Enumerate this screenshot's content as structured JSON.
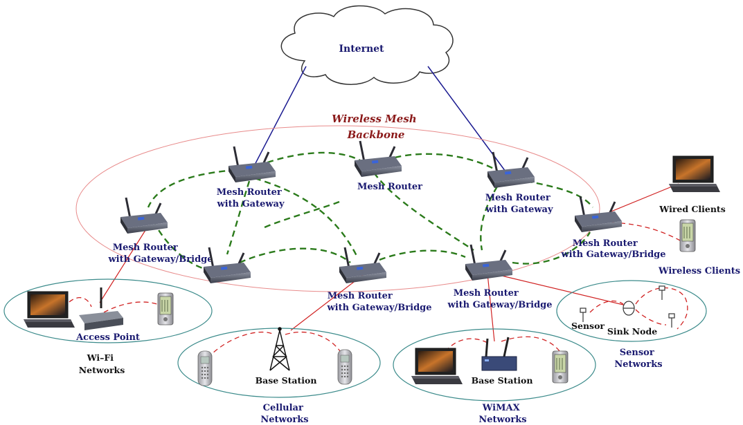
{
  "internet_label": "Internet",
  "backbone_title": [
    "Wireless Mesh",
    "Backbone"
  ],
  "routers": [
    {
      "label": [
        "Mesh Router",
        "with Gateway"
      ]
    },
    {
      "label": [
        "Mesh Router"
      ]
    },
    {
      "label": [
        "Mesh Router",
        "with Gateway"
      ]
    },
    {
      "label": [
        "Mesh Router",
        "with Gateway/Bridge"
      ]
    },
    {
      "label": [
        "Mesh Router",
        "with Gateway/Bridge"
      ]
    },
    {
      "label": [
        "Mesh Router",
        "with Gateway/Bridge"
      ]
    },
    {
      "label": [
        "Mesh Router",
        "with Gateway/Bridge"
      ]
    },
    {
      "label": []
    }
  ],
  "clients": {
    "wired": "Wired Clients",
    "wireless": "Wireless Clients"
  },
  "networks": [
    {
      "name": [
        "Wi–Fi",
        "Networks"
      ],
      "device_label": "Access Point"
    },
    {
      "name": [
        "Cellular",
        "Networks"
      ],
      "device_label": "Base Station"
    },
    {
      "name": [
        "WiMAX",
        "Networks"
      ],
      "device_label": "Base Station"
    },
    {
      "name": [
        "Sensor",
        "Networks"
      ],
      "device_labels": [
        "Sensor",
        "Sink Node"
      ]
    }
  ],
  "colors": {
    "mesh_link": "#2a7a1a",
    "internet_link": "#1a1a90",
    "client_link": "#d02020",
    "backbone_ellipse": "#e88a8a",
    "network_ellipse": "#3a8a8a",
    "label_text": "#1a1a70",
    "title_text": "#8b1a1a"
  }
}
